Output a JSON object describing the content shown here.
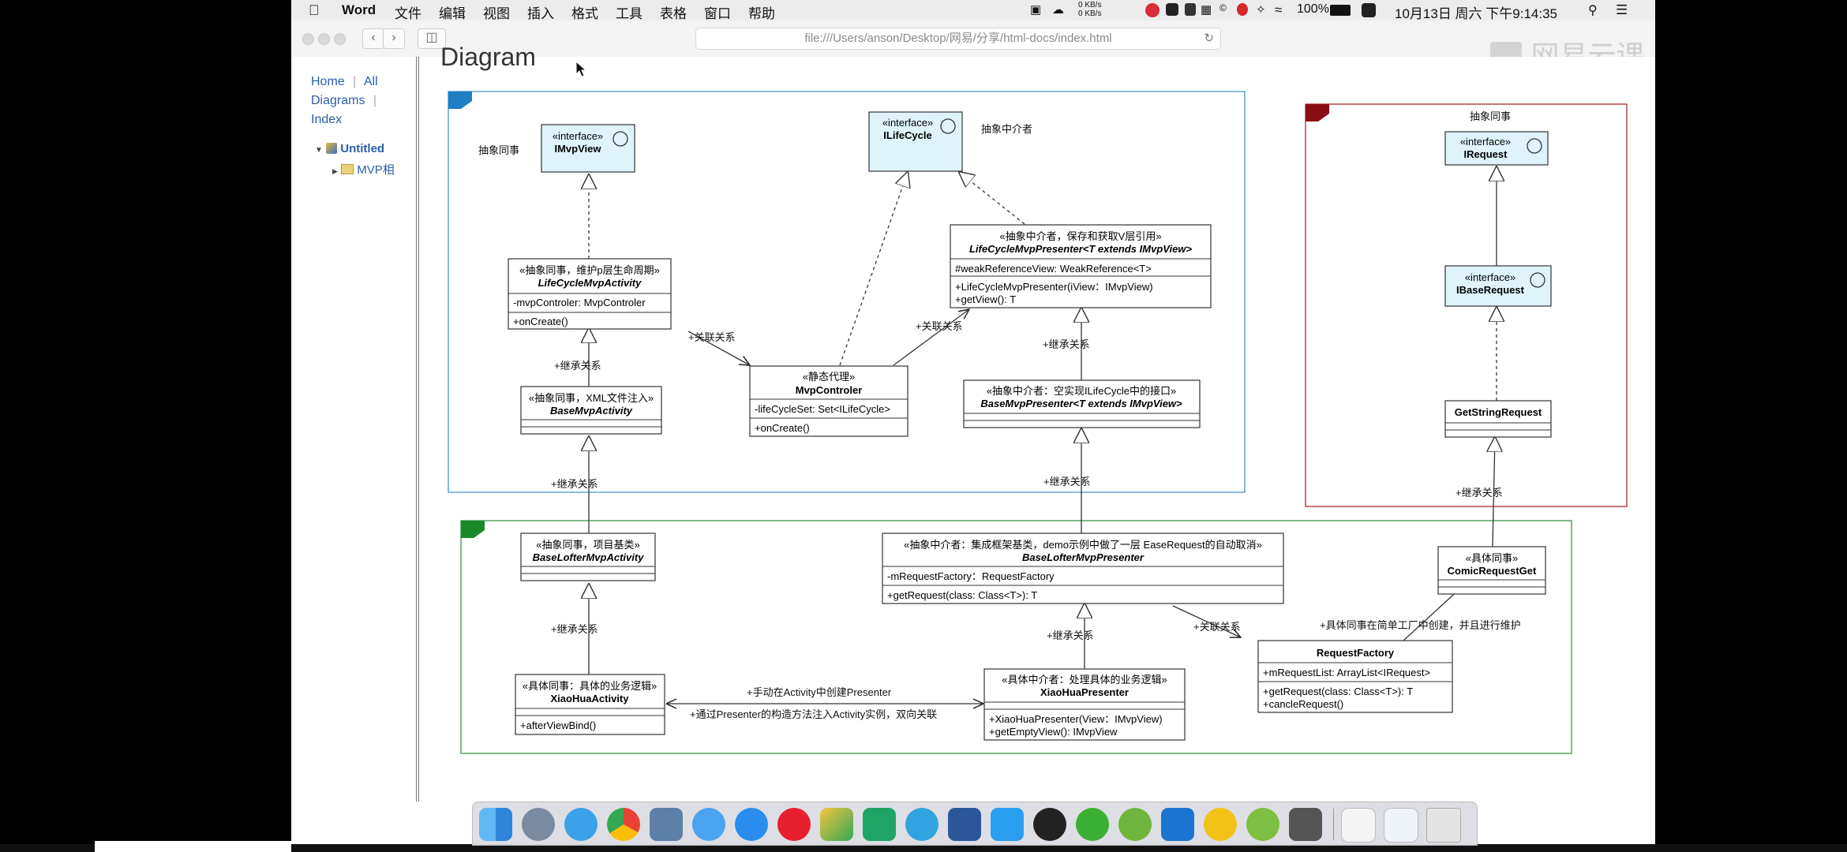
{
  "menubar": {
    "app": "Word",
    "items": [
      "文件",
      "编辑",
      "视图",
      "插入",
      "格式",
      "工具",
      "表格",
      "窗口",
      "帮助"
    ],
    "net_up": "0 KB/s",
    "net_down": "0 KB/s",
    "battery": "100%",
    "datetime": "10月13日 周六 下午9:14:35"
  },
  "browser": {
    "url": "file:///Users/anson/Desktop/网易/分享/html-docs/index.html"
  },
  "watermark": "网易云课",
  "sidebar": {
    "home": "Home",
    "all": "All",
    "diagrams": "Diagrams",
    "index": "Index",
    "tree_root": "Untitled",
    "tree_child": "MVP相"
  },
  "diagram": {
    "title": "Diagram",
    "boxes": {
      "imvpview": {
        "stereo": "«interface»",
        "name": "IMvpView"
      },
      "ilifecycle": {
        "stereo": "«interface»",
        "name": "ILifeCycle"
      },
      "irequest": {
        "stereo": "«interface»",
        "name": "IRequest"
      },
      "ibaserequest": {
        "stereo": "«interface»",
        "name": "IBaseRequest"
      },
      "lifecyclemvpactivity": {
        "stereo": "«抽象同事，维护p层生命周期»",
        "name": "LifeCycleMvpActivity",
        "attrs": [
          "-mvpControler: MvpControler"
        ],
        "ops": [
          "+onCreate()"
        ]
      },
      "lifecyclemvppresenter": {
        "stereo": "«抽象中介者，保存和获取V层引用»",
        "name": "LifeCycleMvpPresenter<T extends IMvpView>",
        "attrs": [
          "#weakReferenceView: WeakReference<T>"
        ],
        "ops": [
          "+LifeCycleMvpPresenter(iView：IMvpView)",
          "+getView(): T"
        ]
      },
      "mvpcontroler": {
        "stereo": "«静态代理»",
        "name": "MvpControler",
        "attrs": [
          "-lifeCycleSet: Set<ILifeCycle>"
        ],
        "ops": [
          "+onCreate()"
        ]
      },
      "basemvpactivity": {
        "stereo": "«抽象同事，XML文件注入»",
        "name": "BaseMvpActivity"
      },
      "basemvppresenter": {
        "stereo": "«抽象中介者：空实现ILifeCycle中的接口»",
        "name": "BaseMvpPresenter<T extends IMvpView>"
      },
      "getstringrequest": {
        "name": "GetStringRequest"
      },
      "baselofteractivity": {
        "stereo": "«抽象同事，项目基类»",
        "name": "BaseLofterMvpActivity"
      },
      "baselofterpresenter": {
        "stereo": "«抽象中介者：集成框架基类，demo示例中做了一层 EaseRequest的自动取消»",
        "name": "BaseLofterMvpPresenter",
        "attrs": [
          "-mRequestFactory：RequestFactory"
        ],
        "ops": [
          "+getRequest(class: Class<T>): T"
        ]
      },
      "comicrequestget": {
        "stereo": "«具体同事»",
        "name": "ComicRequestGet"
      },
      "requestfactory": {
        "name": "RequestFactory",
        "attrs": [
          "+mRequestList: ArrayList<IRequest>"
        ],
        "ops": [
          "+getRequest(class: Class<T>): T",
          "+cancleRequest()"
        ]
      },
      "xiaohuaactivity": {
        "stereo": "«具体同事：具体的业务逻辑»",
        "name": "XiaoHuaActivity",
        "ops": [
          "+afterViewBind()"
        ]
      },
      "xiaohuapresenter": {
        "stereo": "«具体中介者：处理具体的业务逻辑»",
        "name": "XiaoHuaPresenter",
        "ops": [
          "+XiaoHuaPresenter(View：IMvpView)",
          "+getEmptyView(): IMvpView"
        ]
      }
    },
    "labels": {
      "abstract_colleague_1": "抽象同事",
      "abstract_mediator_1": "抽象中介者",
      "abstract_colleague_2": "抽象同事",
      "assoc_1": "+关联关系",
      "assoc_2": "+关联关系",
      "assoc_3": "+关联关系",
      "inherit_1": "+继承关系",
      "inherit_2": "+继承关系",
      "inherit_3": "+继承关系",
      "inherit_4": "+继承关系",
      "inherit_5": "+继承关系",
      "inherit_6": "+继承关系",
      "inherit_7": "+继承关系",
      "factory_note": "+具体同事在简单工厂中创建，并且进行维护",
      "manual_create": "+手动在Activity中创建Presenter",
      "inject_note": "+通过Presenter的构造方法注入Activity实例，双向关联"
    }
  },
  "colors": {
    "frame_blue": "#3a8fc7",
    "frame_red": "#a01a1a",
    "frame_green": "#2e8b3a",
    "interface_fill": "#dff3fb"
  }
}
